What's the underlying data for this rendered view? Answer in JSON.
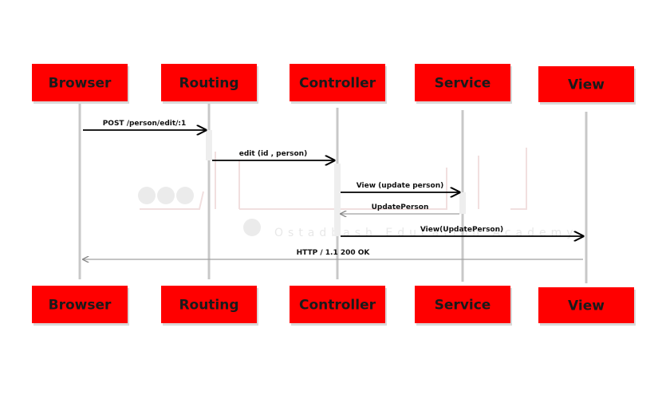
{
  "colors": {
    "box_fill": "#ff0000",
    "lifeline": "#c8c8c8",
    "activation": "#eeeeee",
    "arrow": "#000000",
    "return_arrow": "#a0a0a0",
    "watermark": "#e8e8e8"
  },
  "watermark": {
    "text": "Ostadbash Education Academy"
  },
  "participants": [
    {
      "id": "browser",
      "label": "Browser"
    },
    {
      "id": "routing",
      "label": "Routing"
    },
    {
      "id": "controller",
      "label": "Controller"
    },
    {
      "id": "service",
      "label": "Service"
    },
    {
      "id": "view",
      "label": "View"
    }
  ],
  "messages": [
    {
      "from": "browser",
      "to": "routing",
      "label": "POST /person/edit/:1",
      "style": "call"
    },
    {
      "from": "routing",
      "to": "controller",
      "label": "edit (id , person)",
      "style": "call"
    },
    {
      "from": "controller",
      "to": "service",
      "label": "View (update person)",
      "style": "call"
    },
    {
      "from": "service",
      "to": "controller",
      "label": "UpdatePerson",
      "style": "return"
    },
    {
      "from": "controller",
      "to": "view",
      "label": "View(UpdatePerson)",
      "style": "call"
    },
    {
      "from": "view",
      "to": "browser",
      "label": "HTTP / 1.1 200 OK",
      "style": "return"
    }
  ]
}
